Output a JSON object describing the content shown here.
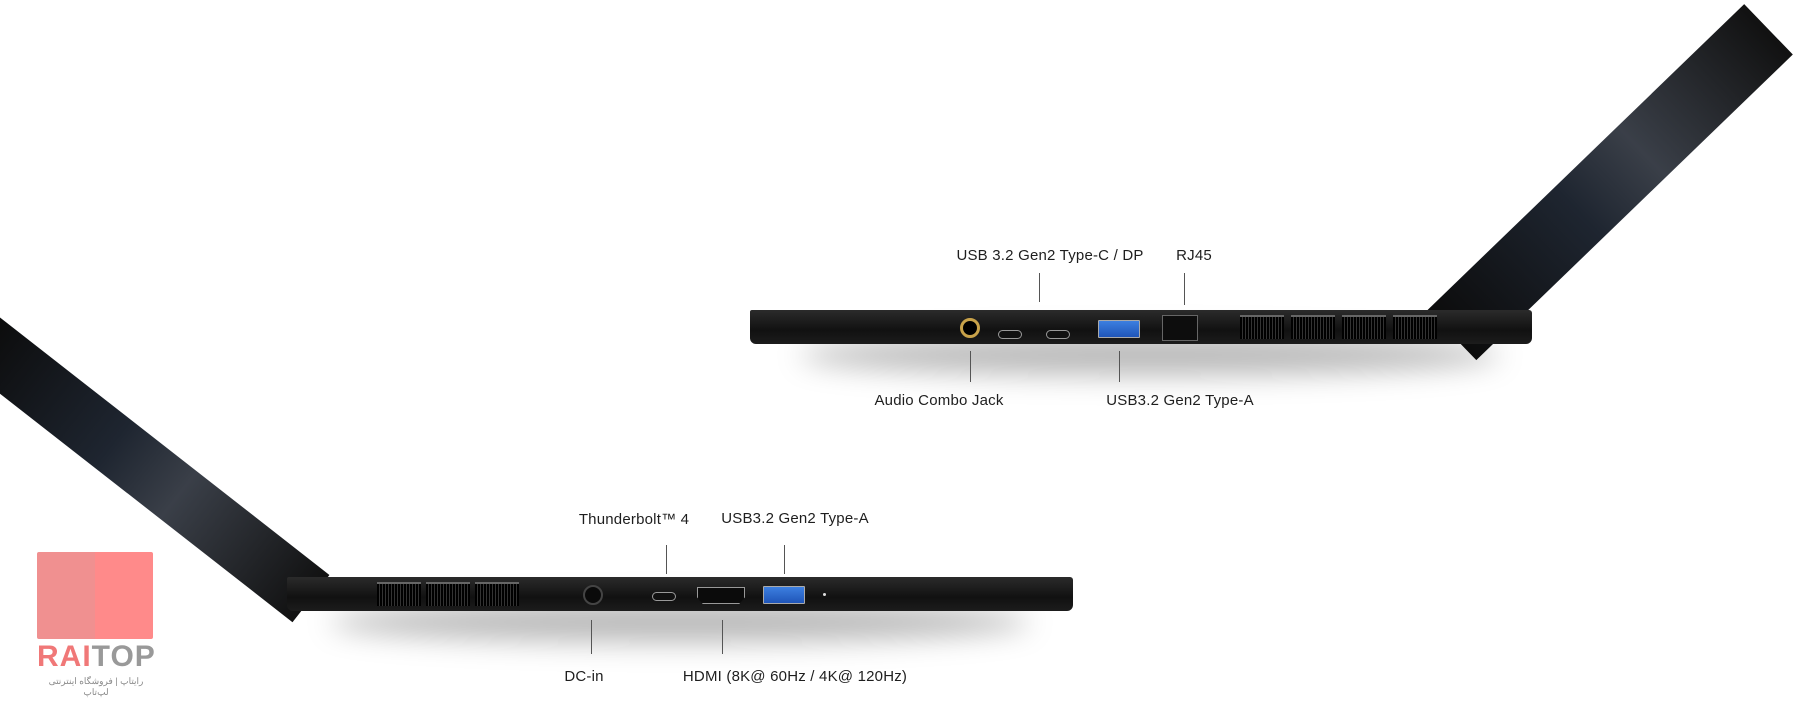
{
  "top_laptop": {
    "labels": {
      "usb_c_dp": "USB 3.2 Gen2 Type-C / DP",
      "rj45": "RJ45",
      "audio": "Audio Combo Jack",
      "usb_a": "USB3.2 Gen2 Type-A"
    }
  },
  "bottom_laptop": {
    "labels": {
      "thunderbolt": "Thunderbolt™ 4",
      "usb_a": "USB3.2 Gen2 Type-A",
      "dc_in": "DC-in",
      "hdmi": "HDMI (8K@ 60Hz / 4K@ 120Hz)"
    }
  },
  "watermark": {
    "brand_red": "RAI",
    "brand_gray": "TOP",
    "subtitle": "رایتاپ | فروشگاه اینترنتی لپ‌تاپ",
    "colors": {
      "square": "#f08a8a",
      "red": "#f07878",
      "gray": "#999999"
    }
  }
}
